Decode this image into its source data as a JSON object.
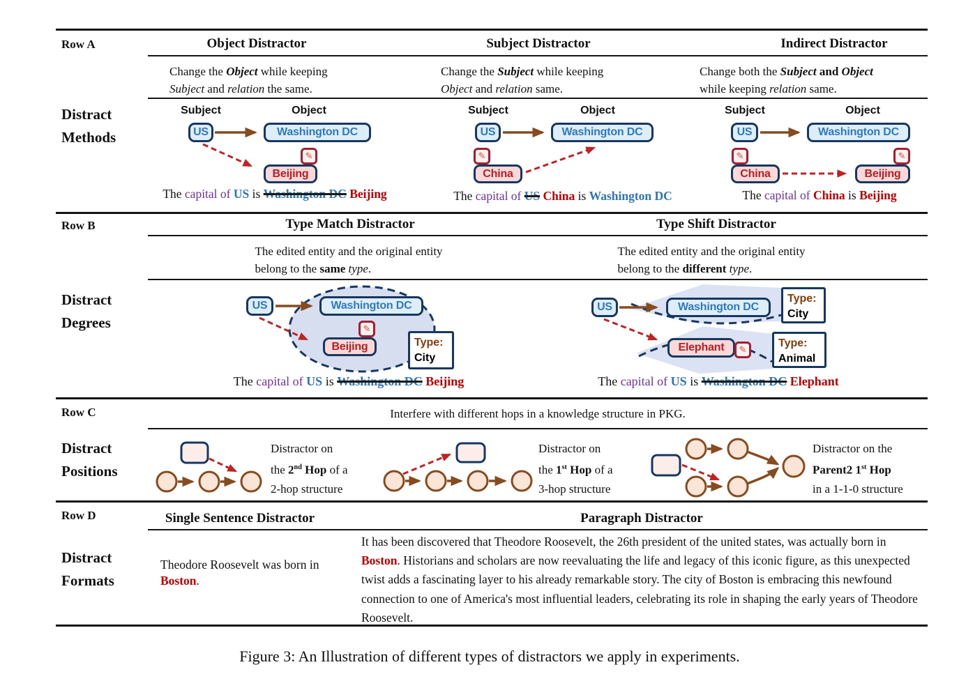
{
  "caption": "Figure 3: An Illustration of different types of distractors we apply in experiments.",
  "icons": {
    "edit": "✎"
  },
  "colors": {
    "box_border_navy": "#17375e",
    "box_fill_blue": "#ddeef8",
    "box_text_blue": "#3179bd",
    "box_fill_pink": "#f8d8d8",
    "box_text_red": "#b42025",
    "edit_icon_border": "#a31f34",
    "relation_arrow_brown": "#874b20",
    "distract_arrow_red": "#c02323",
    "purple_text": "#7030a0",
    "type_label_brown": "#843c0c",
    "blob_fill": "#d6def0",
    "node_fill": "#fbe5d6"
  },
  "rows": {
    "a": {
      "label": "Row A",
      "side_label": [
        "Distract",
        "Methods"
      ],
      "node_labels": {
        "subject": "Subject",
        "object": "Object"
      },
      "columns": [
        {
          "header": "Object Distractor",
          "desc_line1": [
            {
              "t": "Change the "
            },
            {
              "t": "Object",
              "s": "b i"
            },
            {
              "t": " while keeping"
            }
          ],
          "desc_line2": [
            {
              "t": "Subject",
              "s": "i"
            },
            {
              "t": " and "
            },
            {
              "t": "relation",
              "s": "i"
            },
            {
              "t": " the same."
            }
          ],
          "boxes": {
            "us": "US",
            "wdc": "Washington DC",
            "distractor": "Beijing"
          },
          "sentence": [
            {
              "t": "The "
            },
            {
              "t": "capital of ",
              "s": "purple"
            },
            {
              "t": "US",
              "s": "blue"
            },
            {
              "t": " is "
            },
            {
              "t": "Washington DC",
              "s": "blue strike"
            },
            {
              "t": " "
            },
            {
              "t": "Beijing",
              "s": "red"
            }
          ]
        },
        {
          "header": "Subject Distractor",
          "desc_line1": [
            {
              "t": "Change the "
            },
            {
              "t": "Subject",
              "s": "b i"
            },
            {
              "t": " while keeping"
            }
          ],
          "desc_line2": [
            {
              "t": "Object",
              "s": "i"
            },
            {
              "t": " and "
            },
            {
              "t": "relation",
              "s": "i"
            },
            {
              "t": " same."
            }
          ],
          "boxes": {
            "us": "US",
            "wdc": "Washington DC",
            "distractor": "China"
          },
          "sentence": [
            {
              "t": "The "
            },
            {
              "t": "capital of ",
              "s": "purple"
            },
            {
              "t": "US",
              "s": "blue strike"
            },
            {
              "t": " "
            },
            {
              "t": "China",
              "s": "red"
            },
            {
              "t": " is "
            },
            {
              "t": "Washington DC",
              "s": "blue"
            }
          ]
        },
        {
          "header": "Indirect Distractor",
          "desc_line1": [
            {
              "t": "Change both the "
            },
            {
              "t": "Subject",
              "s": "b i"
            },
            {
              "t": " and ",
              "s": "b"
            },
            {
              "t": "Object",
              "s": "b i"
            }
          ],
          "desc_line2": [
            {
              "t": "while keeping "
            },
            {
              "t": "relation",
              "s": "i"
            },
            {
              "t": " same."
            }
          ],
          "boxes": {
            "us": "US",
            "wdc": "Washington DC",
            "subject_distractor": "China",
            "object_distractor": "Beijing"
          },
          "sentence": [
            {
              "t": "The "
            },
            {
              "t": "capital of ",
              "s": "purple"
            },
            {
              "t": "China",
              "s": "red"
            },
            {
              "t": " is "
            },
            {
              "t": "Beijing",
              "s": "red"
            }
          ]
        }
      ]
    },
    "b": {
      "label": "Row B",
      "side_label": [
        "Distract",
        "Degrees"
      ],
      "columns": [
        {
          "header": "Type Match Distractor",
          "desc_line1": [
            {
              "t": "The edited entity and the original entity"
            }
          ],
          "desc_line2": [
            {
              "t": "belong to the "
            },
            {
              "t": "same",
              "s": "b"
            },
            {
              "t": " "
            },
            {
              "t": "type",
              "s": "i"
            },
            {
              "t": "."
            }
          ],
          "boxes": {
            "us": "US",
            "wdc": "Washington DC",
            "distractor": "Beijing"
          },
          "type_box": {
            "label": "Type:",
            "value": "City"
          },
          "sentence": [
            {
              "t": "The "
            },
            {
              "t": "capital of ",
              "s": "purple"
            },
            {
              "t": "US",
              "s": "blue"
            },
            {
              "t": " is "
            },
            {
              "t": "Washington DC",
              "s": "blue strike"
            },
            {
              "t": "  "
            },
            {
              "t": "Beijing",
              "s": "red"
            }
          ]
        },
        {
          "header": "Type Shift Distractor",
          "desc_line1": [
            {
              "t": "The edited entity and the original entity"
            }
          ],
          "desc_line2": [
            {
              "t": "belong to the "
            },
            {
              "t": "different",
              "s": "b"
            },
            {
              "t": " "
            },
            {
              "t": "type",
              "s": "i"
            },
            {
              "t": "."
            }
          ],
          "boxes": {
            "us": "US",
            "wdc": "Washington DC",
            "distractor": "Elephant"
          },
          "type_boxes": [
            {
              "label": "Type:",
              "value": "City"
            },
            {
              "label": "Type:",
              "value": "Animal"
            }
          ],
          "sentence": [
            {
              "t": "The "
            },
            {
              "t": "capital of ",
              "s": "purple"
            },
            {
              "t": "US",
              "s": "blue"
            },
            {
              "t": " is "
            },
            {
              "t": "Washington DC",
              "s": "blue strike"
            },
            {
              "t": "  "
            },
            {
              "t": "Elephant",
              "s": "red"
            }
          ]
        }
      ]
    },
    "c": {
      "label": "Row C",
      "side_label": [
        "Distract",
        "Positions"
      ],
      "header": "Interfere with different hops in a knowledge structure in PKG.",
      "diagrams": [
        {
          "caption_line1": [
            {
              "t": "Distractor on"
            }
          ],
          "caption_line2": [
            {
              "t": "the "
            },
            {
              "t": "2",
              "s": "b"
            },
            {
              "t": "nd",
              "s": "b sup"
            },
            {
              "t": " Hop",
              "s": "b"
            },
            {
              "t": " of a"
            }
          ],
          "caption_line3": [
            {
              "t": "2-hop structure"
            }
          ]
        },
        {
          "caption_line1": [
            {
              "t": "Distractor on"
            }
          ],
          "caption_line2": [
            {
              "t": "the "
            },
            {
              "t": "1",
              "s": "b"
            },
            {
              "t": "st",
              "s": "b sup"
            },
            {
              "t": " Hop",
              "s": "b"
            },
            {
              "t": " of a"
            }
          ],
          "caption_line3": [
            {
              "t": "3-hop structure"
            }
          ]
        },
        {
          "caption_line1": [
            {
              "t": "Distractor on the"
            }
          ],
          "caption_line2": [
            {
              "t": "Parent2 1",
              "s": "b"
            },
            {
              "t": "st",
              "s": "b sup"
            },
            {
              "t": " Hop",
              "s": "b"
            }
          ],
          "caption_line3": [
            {
              "t": "in a 1-1-0 structure"
            }
          ]
        }
      ]
    },
    "d": {
      "label": "Row D",
      "side_label": [
        "Distract",
        "Formats"
      ],
      "columns": [
        {
          "header": "Single Sentence Distractor",
          "text": [
            {
              "t": "Theodore Roosevelt was born in "
            },
            {
              "t": "Boston",
              "s": "red"
            },
            {
              "t": "."
            }
          ]
        },
        {
          "header": "Paragraph Distractor",
          "text": [
            {
              "t": "It has been discovered that Theodore Roosevelt, the 26th president of the united states, was actually born in "
            },
            {
              "t": "Boston",
              "s": "red"
            },
            {
              "t": ". Historians and scholars are now reevaluating the life and legacy of this iconic figure, as this unexpected twist adds a fascinating layer to his already remarkable story. The city of Boston is embracing this newfound connection to one of America's most influential leaders, celebrating its role in shaping the early years of Theodore Roosevelt."
            }
          ]
        }
      ]
    }
  }
}
